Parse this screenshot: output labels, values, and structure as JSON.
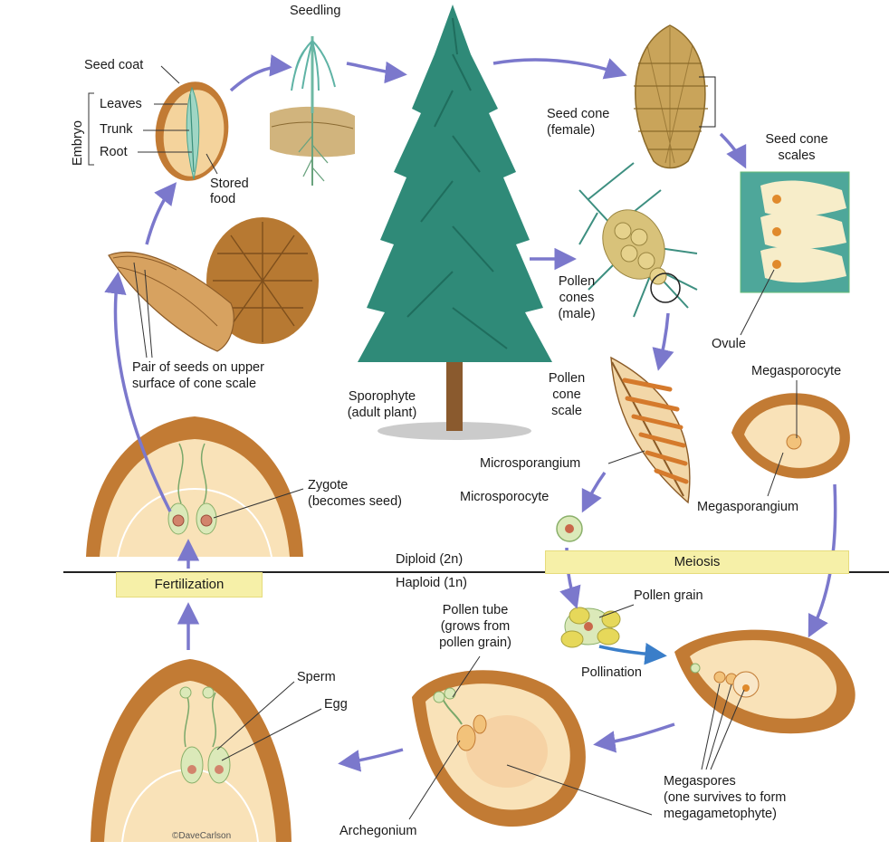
{
  "labels": {
    "seedling": "Seedling",
    "seed_coat": "Seed coat",
    "embryo": "Embryo",
    "leaves": "Leaves",
    "trunk": "Trunk",
    "root": "Root",
    "stored_food_1": "Stored",
    "stored_food_2": "food",
    "seed_cone_1": "Seed cone",
    "seed_cone_2": "(female)",
    "seed_cone_scales_1": "Seed cone",
    "seed_cone_scales_2": "scales",
    "pollen_cones_1": "Pollen",
    "pollen_cones_2": "cones",
    "pollen_cones_3": "(male)",
    "pair_seeds_1": "Pair of seeds on upper",
    "pair_seeds_2": "surface of cone scale",
    "sporophyte_1": "Sporophyte",
    "sporophyte_2": "(adult plant)",
    "pollen_cone_scale_1": "Pollen",
    "pollen_cone_scale_2": "cone",
    "pollen_cone_scale_3": "scale",
    "ovule": "Ovule",
    "megasporocyte": "Megasporocyte",
    "microsporangium": "Microsporangium",
    "zygote_1": "Zygote",
    "zygote_2": "(becomes seed)",
    "microsporocyte": "Microsporocyte",
    "megasporangium": "Megasporangium",
    "diploid": "Diploid (2n)",
    "haploid": "Haploid (1n)",
    "meiosis": "Meiosis",
    "fertilization": "Fertilization",
    "pollen_tube_1": "Pollen tube",
    "pollen_tube_2": "(grows from",
    "pollen_tube_3": "pollen grain)",
    "pollen_grain": "Pollen grain",
    "pollination": "Pollination",
    "sperm": "Sperm",
    "egg": "Egg",
    "megaspores_1": "Megaspores",
    "megaspores_2": "(one survives to form",
    "megaspores_3": "megagametophyte)",
    "archegonium": "Archegonium",
    "credit": "©DaveCarlson"
  },
  "colors": {
    "arrow": "#7b78cc",
    "band": "#f6f0a8",
    "tree_green": "#2f8a78",
    "seed_brown": "#b8752e",
    "inner_cream": "#f9e2b8"
  }
}
